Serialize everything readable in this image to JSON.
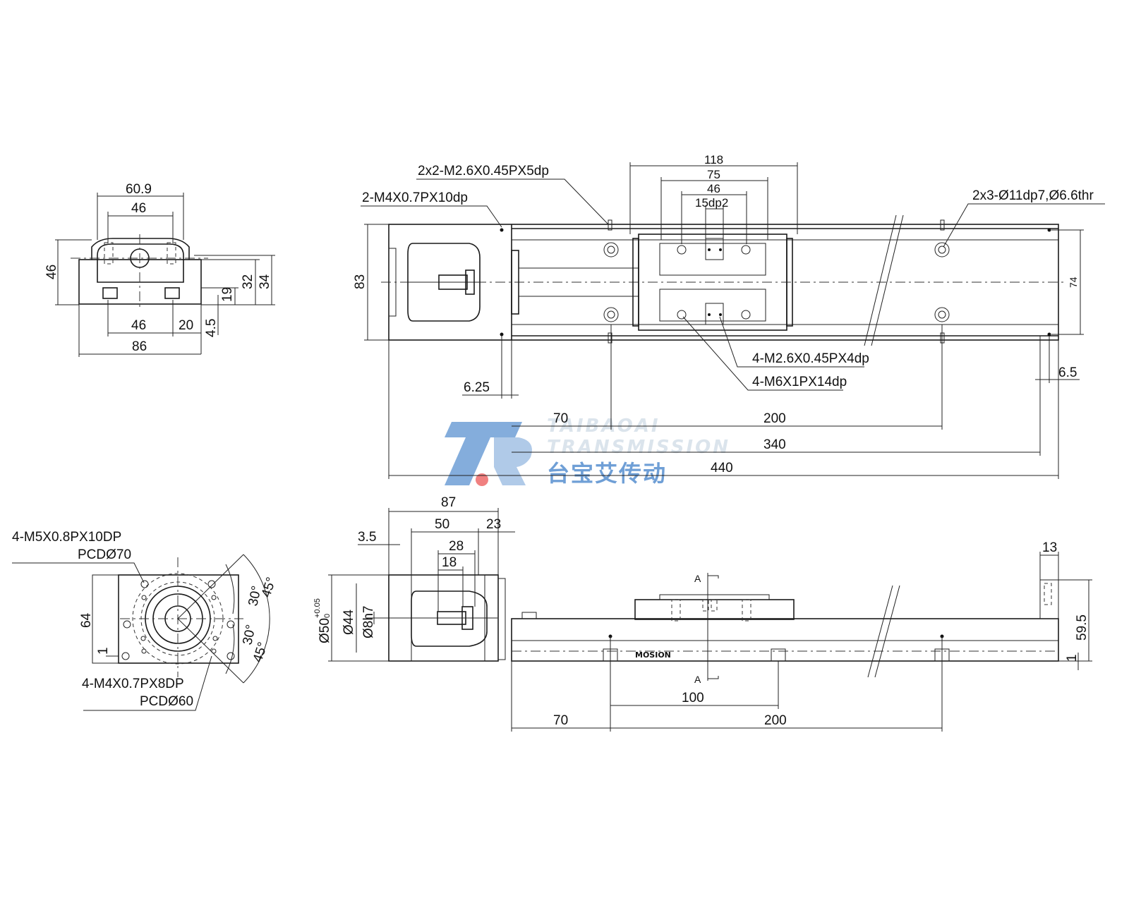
{
  "watermark": {
    "line1": "TAIBAOAI",
    "line2": "TRANSMISSION",
    "chinese": "台宝艾传动",
    "colors": {
      "blue": "#6f9fd6",
      "red": "#f08080",
      "pale": "#dbe4ec"
    }
  },
  "end_view": {
    "dims": [
      "60.9",
      "46",
      "46",
      "32",
      "34",
      "19",
      "46",
      "20",
      "4.5",
      "86"
    ]
  },
  "top_view": {
    "callouts": {
      "top_holes": "2x2-M2.6X0.45PX5dp",
      "end_holes": "2-M4X0.7PX10dp",
      "counterbore": "2x3-Ø11dp7,Ø6.6thr",
      "carriage_small": "4-M2.6X0.45PX4dp",
      "carriage_large": "4-M6X1PX14dp"
    },
    "dims": {
      "d118": "118",
      "d75": "75",
      "d46": "46",
      "d15": "15dp2",
      "d83": "83",
      "d74": "74",
      "d65": "6.5",
      "d625": "6.25",
      "d70": "70",
      "d200": "200",
      "d340": "340",
      "d440": "440"
    }
  },
  "flange_view": {
    "callout_top": "4-M5X0.8PX10DP",
    "pcd_top": "PCDØ70",
    "callout_bottom": "4-M4X0.7PX8DP",
    "pcd_bottom": "PCDØ60",
    "dims": {
      "d64": "64",
      "d1": "1",
      "a45a": "45°",
      "a30a": "30°",
      "a30b": "30°",
      "a45b": "45°"
    }
  },
  "side_view": {
    "dims": {
      "d87": "87",
      "d50": "50",
      "d23": "23",
      "d35": "3.5",
      "d28": "28",
      "d18": "18",
      "d50tol": "Ø50",
      "tol_upper": "+0.05",
      "tol_lower": "0",
      "d44": "Ø44",
      "d8h7": "Ø8h7",
      "d13": "13",
      "d595": "59.5",
      "d1": "1",
      "d100": "100",
      "d70": "70",
      "d200": "200"
    },
    "section_mark": "A",
    "logo": "MOSION"
  }
}
